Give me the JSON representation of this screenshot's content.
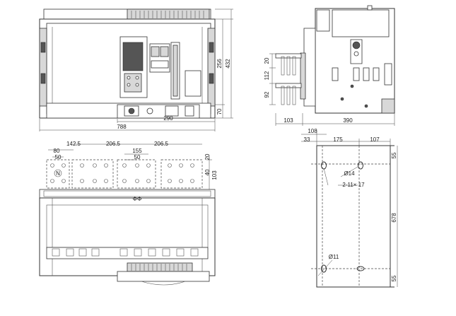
{
  "front": {
    "dims": {
      "width_total": "788",
      "width_inner": "290",
      "height_total": "432",
      "height_mid": "256",
      "height_low": "70"
    }
  },
  "side": {
    "dims": {
      "h_top": "20",
      "h_mid": "112",
      "h_low": "92",
      "depth_front": "103",
      "depth_total": "390"
    }
  },
  "terminals": {
    "dims": {
      "pitch_a": "142.5",
      "pitch_b": "206.5",
      "pitch_c": "155",
      "pitch_d": "206.5",
      "w_80": "80",
      "w_50a": "50",
      "w_50b": "50",
      "v_20": "20",
      "v_40": "40",
      "v_103": "103"
    },
    "neutral_label": "N",
    "phase_mark": "ΦΦ"
  },
  "mounting": {
    "dims": {
      "h_108": "108",
      "h_33": "33",
      "h_175": "175",
      "h_107": "107",
      "v_55_top": "55",
      "v_678": "678",
      "v_55_bot": "55"
    },
    "hole_large": "Ø14",
    "hole_slot": "2-11× 17",
    "hole_small": "Ø11"
  }
}
